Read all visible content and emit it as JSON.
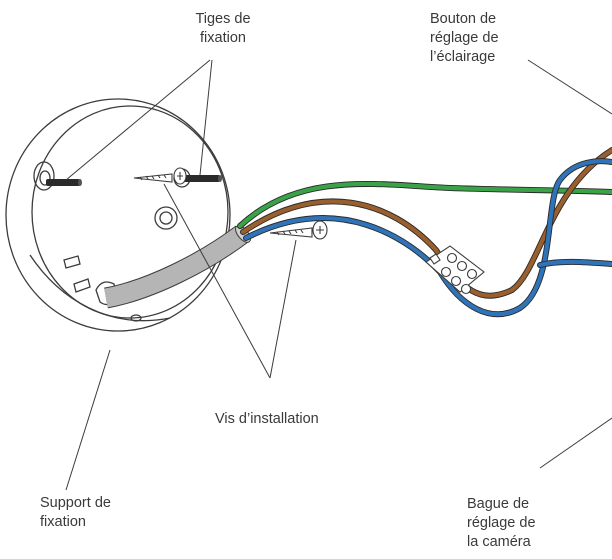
{
  "labels": {
    "tiges": {
      "line1": "Tiges de",
      "line2": "fixation"
    },
    "bouton": {
      "line1": "Bouton de",
      "line2": "réglage de",
      "line3": "l’éclairage"
    },
    "vis": {
      "line1": "Vis d’installation"
    },
    "support": {
      "line1": "Support de",
      "line2": "fixation"
    },
    "bague": {
      "line1": "Bague de",
      "line2": "réglage de",
      "line3": "la caméra"
    }
  },
  "colors": {
    "line": "#3c3c3c",
    "green_wire": "#3aa348",
    "brown_wire": "#9a5f2c",
    "blue_wire": "#2f73b9",
    "grey_cable": "#b5b5b5",
    "pin": "#2b2b2b"
  }
}
